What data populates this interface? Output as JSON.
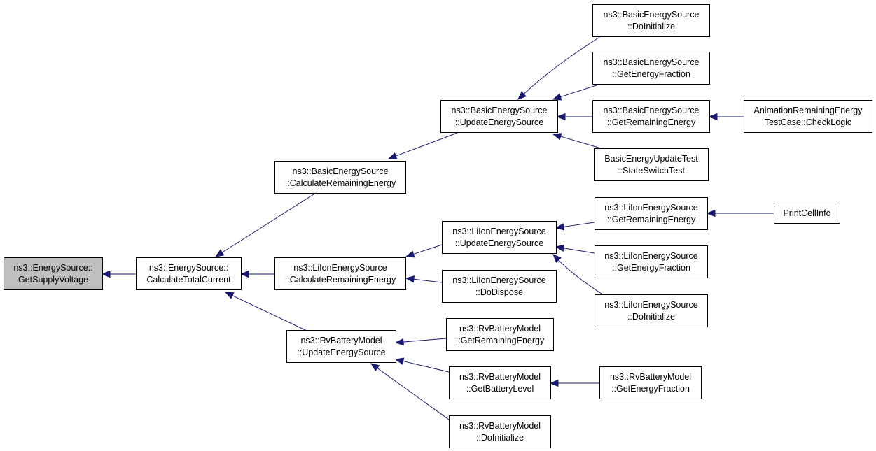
{
  "diagram": {
    "type": "call-graph",
    "colors": {
      "edge": "#191970",
      "root_fill": "#bfbfbf",
      "node_fill": "#ffffff",
      "border": "#000000"
    },
    "nodes": [
      {
        "id": "n0",
        "lines": [
          "ns3::EnergySource::",
          "GetSupplyVoltage"
        ],
        "root": true
      },
      {
        "id": "n1",
        "lines": [
          "ns3::EnergySource::",
          "CalculateTotalCurrent"
        ]
      },
      {
        "id": "n2",
        "lines": [
          "ns3::BasicEnergySource",
          "::CalculateRemainingEnergy"
        ]
      },
      {
        "id": "n3",
        "lines": [
          "ns3::LiIonEnergySource",
          "::CalculateRemainingEnergy"
        ]
      },
      {
        "id": "n4",
        "lines": [
          "ns3::RvBatteryModel",
          "::UpdateEnergySource"
        ]
      },
      {
        "id": "n5",
        "lines": [
          "ns3::BasicEnergySource",
          "::UpdateEnergySource"
        ]
      },
      {
        "id": "n6",
        "lines": [
          "ns3::LiIonEnergySource",
          "::UpdateEnergySource"
        ]
      },
      {
        "id": "n7",
        "lines": [
          "ns3::LiIonEnergySource",
          "::DoDispose"
        ]
      },
      {
        "id": "n8",
        "lines": [
          "ns3::RvBatteryModel",
          "::GetRemainingEnergy"
        ]
      },
      {
        "id": "n9",
        "lines": [
          "ns3::RvBatteryModel",
          "::GetBatteryLevel"
        ]
      },
      {
        "id": "n10",
        "lines": [
          "ns3::RvBatteryModel",
          "::DoInitialize"
        ]
      },
      {
        "id": "n11",
        "lines": [
          "ns3::BasicEnergySource",
          "::DoInitialize"
        ]
      },
      {
        "id": "n12",
        "lines": [
          "ns3::BasicEnergySource",
          "::GetEnergyFraction"
        ]
      },
      {
        "id": "n13",
        "lines": [
          "ns3::BasicEnergySource",
          "::GetRemainingEnergy"
        ]
      },
      {
        "id": "n14",
        "lines": [
          "BasicEnergyUpdateTest",
          "::StateSwitchTest"
        ]
      },
      {
        "id": "n15",
        "lines": [
          "ns3::LiIonEnergySource",
          "::GetRemainingEnergy"
        ]
      },
      {
        "id": "n16",
        "lines": [
          "ns3::LiIonEnergySource",
          "::GetEnergyFraction"
        ]
      },
      {
        "id": "n17",
        "lines": [
          "ns3::LiIonEnergySource",
          "::DoInitialize"
        ]
      },
      {
        "id": "n18",
        "lines": [
          "ns3::RvBatteryModel",
          "::GetEnergyFraction"
        ]
      },
      {
        "id": "n19",
        "lines": [
          "AnimationRemainingEnergy",
          "TestCase::CheckLogic"
        ]
      },
      {
        "id": "n20",
        "lines": [
          "PrintCellInfo"
        ]
      }
    ],
    "edges": [
      {
        "from": "n1",
        "to": "n0"
      },
      {
        "from": "n2",
        "to": "n1"
      },
      {
        "from": "n3",
        "to": "n1"
      },
      {
        "from": "n4",
        "to": "n1"
      },
      {
        "from": "n5",
        "to": "n2"
      },
      {
        "from": "n6",
        "to": "n3"
      },
      {
        "from": "n7",
        "to": "n3"
      },
      {
        "from": "n8",
        "to": "n4"
      },
      {
        "from": "n9",
        "to": "n4"
      },
      {
        "from": "n10",
        "to": "n4"
      },
      {
        "from": "n11",
        "to": "n5"
      },
      {
        "from": "n12",
        "to": "n5"
      },
      {
        "from": "n13",
        "to": "n5"
      },
      {
        "from": "n14",
        "to": "n5"
      },
      {
        "from": "n15",
        "to": "n6"
      },
      {
        "from": "n16",
        "to": "n6"
      },
      {
        "from": "n17",
        "to": "n6"
      },
      {
        "from": "n18",
        "to": "n9"
      },
      {
        "from": "n19",
        "to": "n13"
      },
      {
        "from": "n20",
        "to": "n15"
      }
    ]
  }
}
